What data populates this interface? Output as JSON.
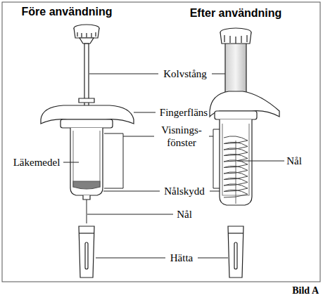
{
  "diagram": {
    "caption": "Bild A",
    "labels": [
      "Före användning",
      "Efter användning",
      "Kolvstång",
      "Fingerfläns",
      "Visnings- fönster",
      "Läkemedel",
      "Nål",
      "Nålskydd",
      "Nål",
      "Hätta"
    ]
  }
}
